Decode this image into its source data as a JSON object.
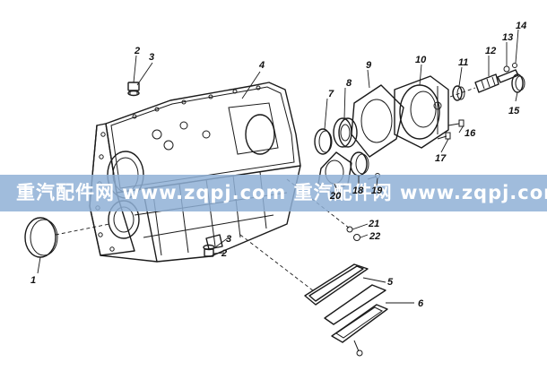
{
  "diagram": {
    "callouts": [
      "1",
      "2",
      "3",
      "4",
      "5",
      "6",
      "7",
      "8",
      "9",
      "10",
      "11",
      "12",
      "13",
      "14",
      "15",
      "16",
      "17",
      "18",
      "19",
      "20",
      "21",
      "22"
    ],
    "callouts_repeat": [
      "2",
      "3"
    ]
  },
  "watermark": {
    "text": "重汽配件网 www.zqpj.com 重汽配件网 www.zqpj.com",
    "band_color": "#8fb0d6"
  }
}
